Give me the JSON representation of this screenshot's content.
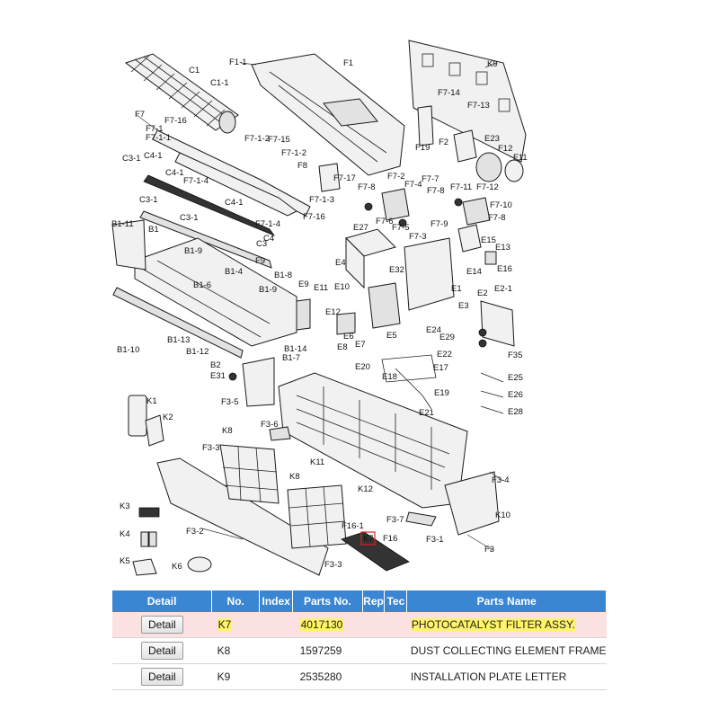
{
  "diagram_labels": {
    "F1_1": "F1-1",
    "F1": "F1",
    "K9": "K9",
    "C1": "C1",
    "C1_1": "C1-1",
    "F7": "F7",
    "F7_16a": "F7-16",
    "F7_1": "F7-1",
    "F7_1_1": "F7-1-1",
    "F7_1_2a": "F7-1-2",
    "F7_15": "F7-15",
    "F7_14": "F7-14",
    "F7_13": "F7-13",
    "F19": "F19",
    "F2": "F2",
    "E23": "E23",
    "F12": "F12",
    "F11": "F11",
    "F7_1_2b": "F7-1-2",
    "C3_1a": "C3-1",
    "C4_1a": "C4-1",
    "F8": "F8",
    "F7_17": "F7-17",
    "F7_2": "F7-2",
    "F7_8a": "F7-8",
    "F7_4": "F7-4",
    "F7_7": "F7-7",
    "F7_8b": "F7-8",
    "F7_11": "F7-11",
    "F7_12": "F7-12",
    "C4_1b": "C4-1",
    "F7_1_4a": "F7-1-4",
    "F7_1_3": "F7-1-3",
    "C3_1b": "C3-1",
    "C4_1c": "C4-1",
    "F7_16b": "F7-16",
    "F7_10": "F7-10",
    "F7_8c": "F7-8",
    "F7_6": "F7-6",
    "F7_5": "F7-5",
    "F7_9": "F7-9",
    "C3_1c": "C3-1",
    "F7_1_4b": "F7-1-4",
    "B1_11": "B1-11",
    "B1": "B1",
    "C4": "C4",
    "C3": "C3",
    "E27": "E27",
    "F7_3": "F7-3",
    "E15": "E15",
    "E13": "E13",
    "B1_9a": "B1-9",
    "F9": "F9",
    "E4": "E4",
    "E32": "E32",
    "E14": "E14",
    "E16": "E16",
    "B1_4": "B1-4",
    "B1_8": "B1-8",
    "E9": "E9",
    "E11": "E11",
    "E10": "E10",
    "E1": "E1",
    "E2": "E2",
    "E2_1": "E2-1",
    "B1_6": "B1-6",
    "B1_9b": "B1-9",
    "E3": "E3",
    "E12": "E12",
    "E6": "E6",
    "E7": "E7",
    "E8": "E8",
    "E5": "E5",
    "E24": "E24",
    "E29": "E29",
    "B1_10": "B1-10",
    "B1_13": "B1-13",
    "B1_12": "B1-12",
    "B1_14": "B1-14",
    "B1_7": "B1-7",
    "E22": "E22",
    "F35": "F35",
    "B2": "B2",
    "E31": "E31",
    "E20": "E20",
    "E18": "E18",
    "E17": "E17",
    "E25": "E25",
    "E19": "E19",
    "E26": "E26",
    "F3_5": "F3-5",
    "E21": "E21",
    "E28": "E28",
    "K1": "K1",
    "K2": "K2",
    "F3_6": "F3-6",
    "K8a": "K8",
    "F3_3a": "F3-3",
    "K11": "K11",
    "K8b": "K8",
    "K12": "K12",
    "F3_4": "F3-4",
    "K3": "K3",
    "F16_1": "F16-1",
    "F3_7": "F3-7",
    "K10": "K10",
    "K4": "K4",
    "K7": "K7",
    "F16": "F16",
    "F3_1": "F3-1",
    "F3_2": "F3-2",
    "K5": "K5",
    "K6": "K6",
    "F3_3b": "F3-3",
    "F3": "F3"
  },
  "table": {
    "headers": {
      "detail": "Detail",
      "no": "No.",
      "index": "Index",
      "parts_no": "Parts No.",
      "rep": "Rep",
      "tec": "Tec",
      "parts_name": "Parts Name"
    },
    "rows": [
      {
        "button": "Detail",
        "no": "K7",
        "parts_no": "4017130",
        "parts_name": "PHOTOCATALYST FILTER ASSY."
      },
      {
        "button": "Detail",
        "no": "K8",
        "parts_no": "1597259",
        "parts_name": "DUST COLLECTING ELEMENT FRAME"
      },
      {
        "button": "Detail",
        "no": "K9",
        "parts_no": "2535280",
        "parts_name": "INSTALLATION PLATE LETTER"
      }
    ]
  },
  "colors": {
    "header_bg": "#3a86d3",
    "highlight_row": "#fbe1e1",
    "text_highlight": "#fff36b",
    "callout_box": "#e02020"
  }
}
